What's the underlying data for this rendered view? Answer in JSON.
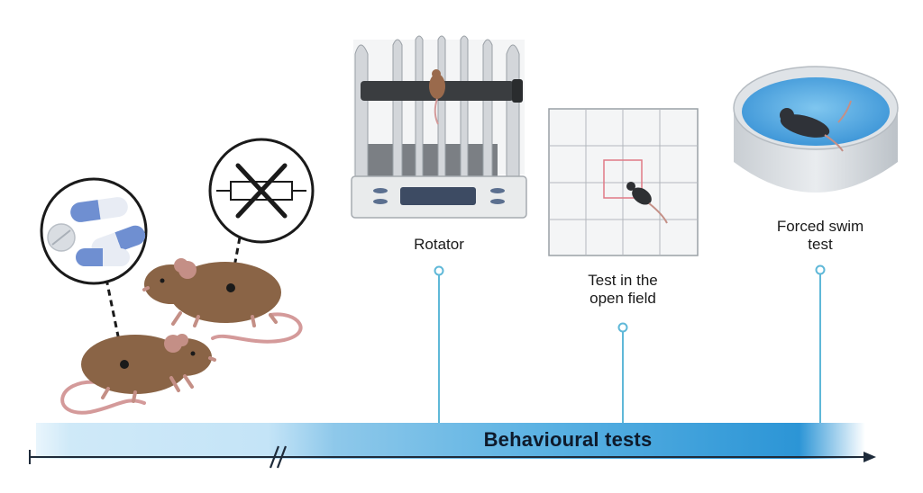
{
  "stages": {
    "rotator": "Rotator",
    "open_field_line1": "Test in the",
    "open_field_line2": "open field",
    "swim_line1": "Forced swim",
    "swim_line2": "test"
  },
  "timeline": {
    "band_label": "Behavioural tests",
    "band_color": "#3aa0dc",
    "band_light_color": "#cfe9f8",
    "connector_color": "#5fb8d8",
    "axis_color": "#1e2b3a"
  },
  "icons": {
    "pills": "pills-icon",
    "blocked_resistor": "crossed-out-resistor-icon",
    "mice": "mouse-icon",
    "rotarod": "rotarod-apparatus-icon",
    "open_field": "open-field-arena-icon",
    "swim": "swim-tank-icon"
  }
}
